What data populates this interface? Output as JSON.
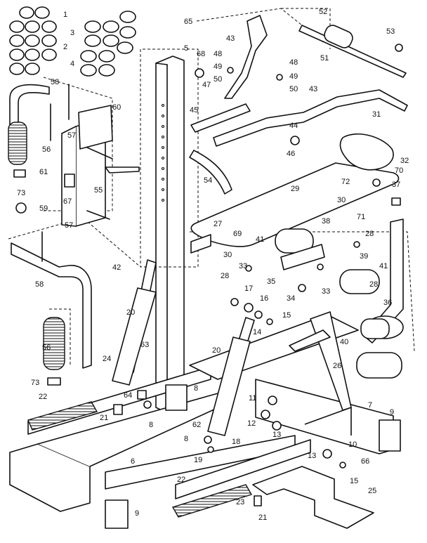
{
  "diagram": {
    "callouts": [
      "1",
      "2",
      "3",
      "4",
      "5",
      "6",
      "7",
      "8",
      "9",
      "10",
      "11",
      "12",
      "13",
      "14",
      "15",
      "16",
      "17",
      "18",
      "19",
      "20",
      "21",
      "22",
      "23",
      "24",
      "25",
      "26",
      "27",
      "28",
      "29",
      "30",
      "31",
      "32",
      "33",
      "34",
      "35",
      "36",
      "37",
      "38",
      "39",
      "40",
      "41",
      "42",
      "43",
      "44",
      "45",
      "46",
      "47",
      "48",
      "49",
      "50",
      "51",
      "52",
      "53",
      "54",
      "55",
      "56",
      "57",
      "58",
      "59",
      "60",
      "61",
      "62",
      "63",
      "64",
      "65",
      "66",
      "67",
      "68",
      "69",
      "70",
      "71",
      "72",
      "73"
    ]
  }
}
